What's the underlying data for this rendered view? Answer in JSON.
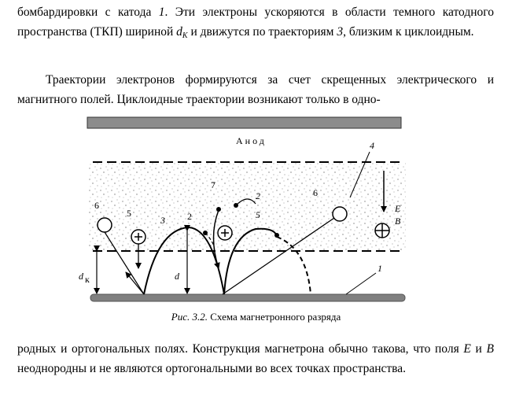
{
  "text": {
    "p1_a": "бомбардировки с катода ",
    "p1_b": "1",
    "p1_c": ". Эти электроны ускоряются в области темного катодного пространства (ТКП) шириной ",
    "p1_d": "d",
    "p1_e": "К",
    "p1_f": " и движутся по траекториям ",
    "p1_g": "3",
    "p1_h": ", близким к циклоидным.",
    "p2": "Траектории электронов формируются за счет скрещенных электрического и магнитного полей. Циклоидные траектории возникают только в одно-",
    "p3_a": "родных и ортогональных полях. Конструкция магнетрона обычно такова, что поля ",
    "p3_b": "E",
    "p3_c": " и ",
    "p3_d": "B",
    "p3_e": " неоднородны и не являются ортогональными во всех точках пространства."
  },
  "figure": {
    "anode_label": "Анод",
    "caption_prefix": "Рис. 3.2.",
    "caption_text": " Схема магнетронного разряда",
    "labels": {
      "n1": "1",
      "n2a": "2",
      "n2b": "2",
      "n3": "3",
      "n4": "4",
      "n5a": "5",
      "n5b": "5",
      "n6a": "6",
      "n6b": "6",
      "n7": "7",
      "d": "d",
      "dk": "d",
      "dk_sub": "к",
      "E": "E",
      "B": "B"
    }
  }
}
